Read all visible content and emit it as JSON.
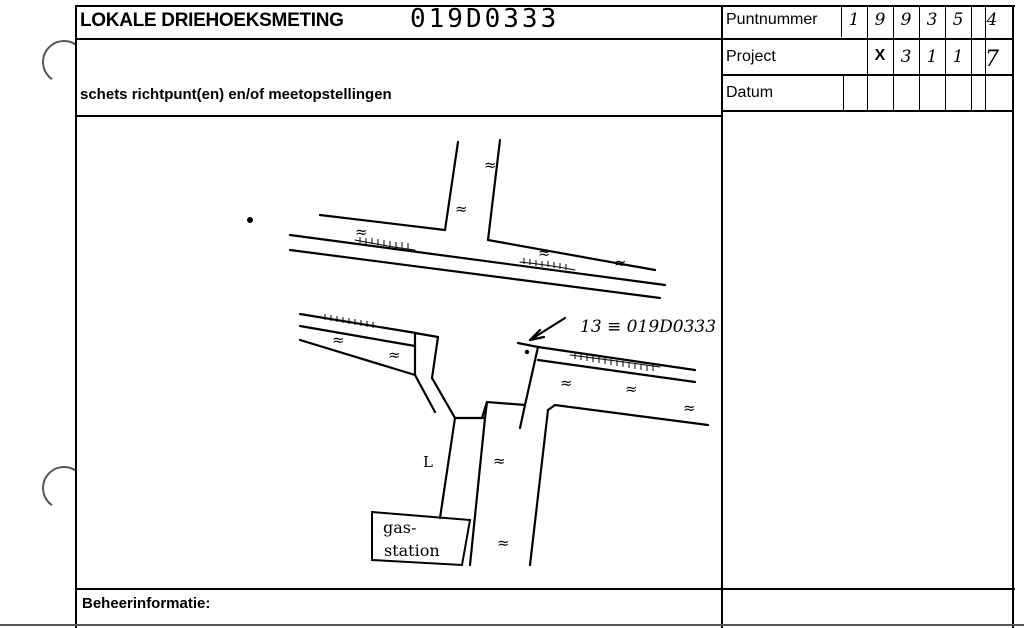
{
  "form": {
    "title": "LOKALE DRIEHOEKSMETING",
    "title_code": "019D0333",
    "puntnummer_label": "Puntnummer",
    "project_label": "Project",
    "datum_label": "Datum",
    "puntnummer_digits": [
      "1",
      "9",
      "9",
      "3",
      "5",
      "4"
    ],
    "project_digits": [
      "X",
      "3",
      "1",
      "1",
      "7"
    ],
    "sketch_label": "schets richtpunt(en) en/of meetopstellingen",
    "beheer_label": "Beheerinformatie:"
  },
  "sketch": {
    "point_annotation": "13 ≡ 019D0333",
    "gas_station_line1": "gas-",
    "gas_station_line2": "station",
    "marks": [
      "≈",
      "≈",
      "≈",
      "≈",
      "≈",
      "≈",
      "≈",
      "≈",
      "≈",
      "≈",
      "≈",
      "≈",
      "L"
    ]
  }
}
